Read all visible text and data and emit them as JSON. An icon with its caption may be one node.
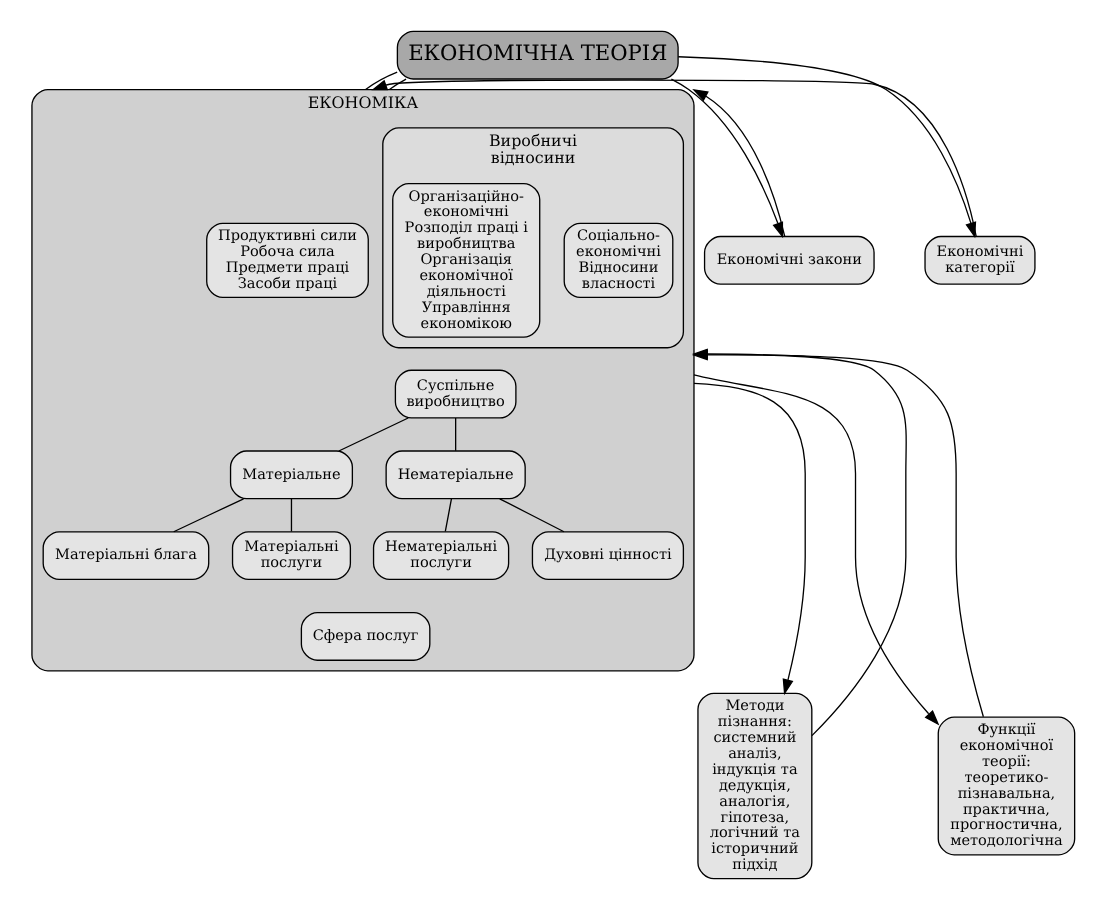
{
  "diagram": {
    "nodes": [
      {
        "text": [
          "ЕКОНОМІЧНА ТЕОРІЯ"
        ]
      },
      {
        "text": [
          "Економічні закони"
        ]
      },
      {
        "text": [
          "ЕКОНОМІКА"
        ]
      },
      {
        "text": [
          "Економічні категорії"
        ]
      },
      {
        "text": [
          "Продуктивні сили",
          "Робоча сила",
          "Предмети праці",
          "Засоби праці"
        ],
        "in": 2
      },
      {
        "text": [
          "Виробничі відносини"
        ],
        "in": 2
      },
      {
        "text": [
          "Соціально-економічні",
          "Відносини власності"
        ],
        "in": 5
      },
      {
        "text": [
          "Організаційно-економічні",
          "Розподіл праці і виробництва",
          "Організація економічної діяльності",
          "Управління економікою"
        ],
        "in": 5
      },
      {
        "text": [
          "Суспільне виробництво"
        ],
        "in": 2
      },
      {
        "text": [
          "Матеріальне"
        ],
        "in": 2
      },
      {
        "text": [
          "Нематеріальне"
        ],
        "in": 2
      },
      {
        "text": [
          "Матеріальні блага"
        ],
        "in": 2
      },
      {
        "text": [
          "Матеріальні послуги"
        ],
        "in": 2
      },
      {
        "text": [
          "Нематеріальні послуги"
        ],
        "in": 2
      },
      {
        "text": [
          "Духовні цінності"
        ],
        "in": 2
      },
      {
        "text": [
          "Сфера послуг"
        ],
        "in": 2
      },
      {
        "text": [
          "Методи пізнання:",
          "системний аналіз, індукція та дедукція, аналогія, гіпотеза, логічний та історичний підхід"
        ]
      },
      {
        "text": [
          "Функції економічної теорії:",
          "теоретико-пізнавальна, практична, прогностична, методологічна"
        ]
      }
    ],
    "edges": [
      {
        "from": 0,
        "to": 1,
        "arrow": "to"
      },
      {
        "from": 0,
        "to": 3,
        "arrow": "to"
      },
      {
        "from": 0,
        "to": 2,
        "arrow": "none"
      },
      {
        "from": 0,
        "to": 2,
        "arrow": "none"
      },
      {
        "from": 1,
        "to": 2,
        "arrow": "to"
      },
      {
        "from": 3,
        "to": 2,
        "arrow": "to"
      },
      {
        "from": 2,
        "to": 16,
        "arrow": "to"
      },
      {
        "from": 2,
        "to": 17,
        "arrow": "to"
      },
      {
        "from": 16,
        "to": 2,
        "arrow": "to"
      },
      {
        "from": 17,
        "to": 2,
        "arrow": "to"
      },
      {
        "from": 8,
        "to": 9,
        "arrow": "none"
      },
      {
        "from": 8,
        "to": 10,
        "arrow": "none"
      },
      {
        "from": 9,
        "to": 11,
        "arrow": "none"
      },
      {
        "from": 9,
        "to": 12,
        "arrow": "none"
      },
      {
        "from": 10,
        "to": 13,
        "arrow": "none"
      },
      {
        "from": 10,
        "to": 14,
        "arrow": "none"
      }
    ]
  }
}
